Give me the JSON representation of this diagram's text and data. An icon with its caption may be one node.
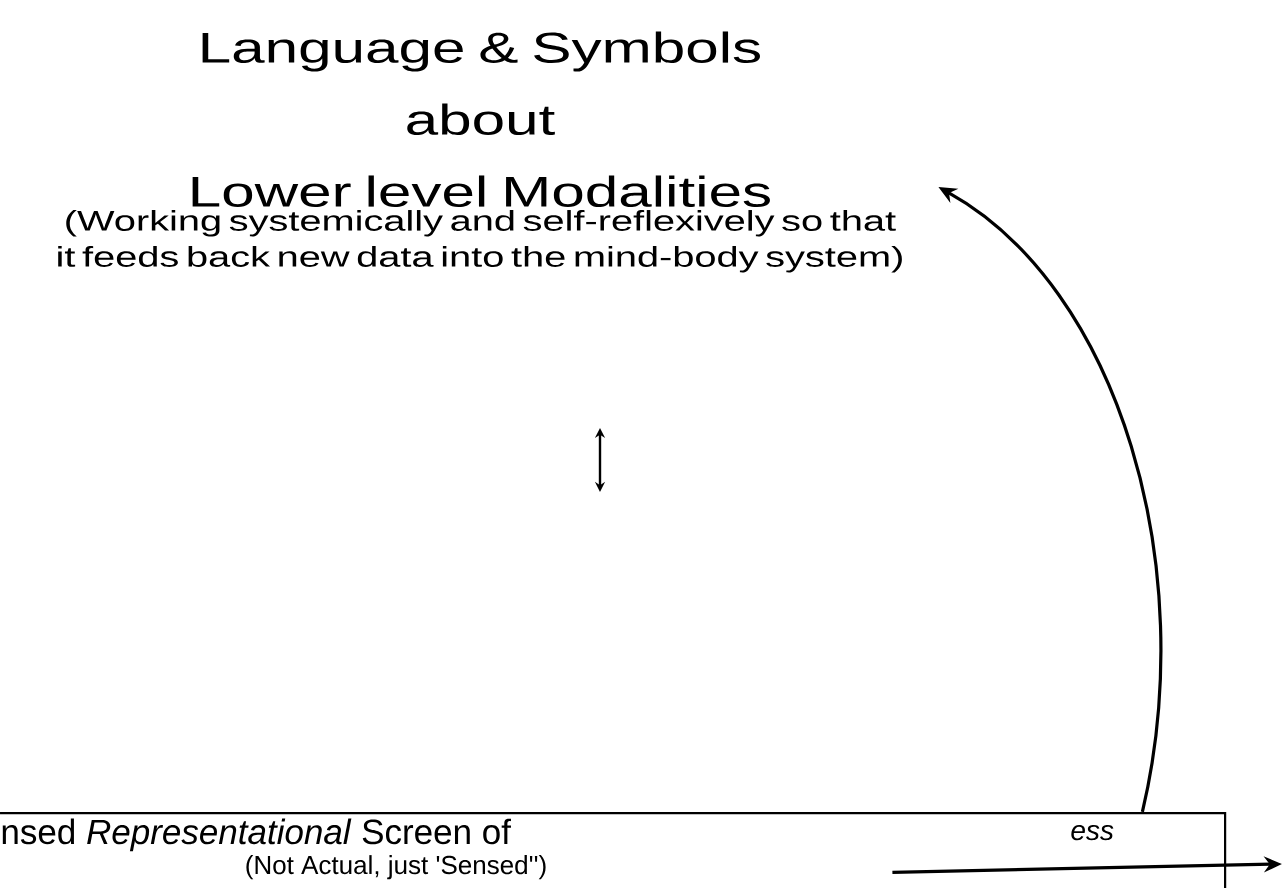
{
  "diagram": {
    "nodes": [
      {
        "text": [
          "Language & Symbols",
          "about",
          "Lower level Modalities",
          "(Working systemically and self-reflexively so that it feeds back new data into the mind-body system)"
        ]
      },
      {
        "text": [
          "nsed *Representational* Screen of",
          "ess",
          "(Not Actual, just 'Sensed'')"
        ]
      }
    ],
    "edges": [
      {
        "from": 1,
        "to": 0,
        "arrow": "to"
      },
      {
        "from": 1,
        "to": null,
        "arrow": "to"
      }
    ]
  }
}
